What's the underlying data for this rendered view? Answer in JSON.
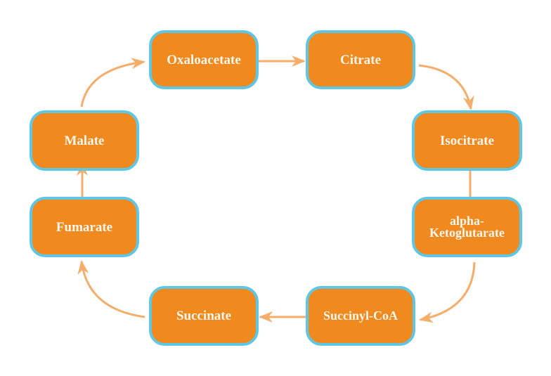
{
  "diagram": {
    "type": "cycle",
    "colors": {
      "node_fill": "#f0891e",
      "node_border": "#5fc7e3",
      "node_text": "#fff7ee",
      "arrow": "#f5ad6a"
    },
    "nodes": [
      {
        "id": "oxaloacetate",
        "label": "Oxaloacetate"
      },
      {
        "id": "citrate",
        "label": "Citrate"
      },
      {
        "id": "isocitrate",
        "label": "Isocitrate"
      },
      {
        "id": "akg",
        "label_line1": "alpha-",
        "label_line2": "Ketoglutarate"
      },
      {
        "id": "succinylcoa",
        "label": "Succinyl-CoA"
      },
      {
        "id": "succinate",
        "label": "Succinate"
      },
      {
        "id": "fumarate",
        "label": "Fumarate"
      },
      {
        "id": "malate",
        "label": "Malate"
      }
    ],
    "edges": [
      {
        "from": "oxaloacetate",
        "to": "citrate"
      },
      {
        "from": "citrate",
        "to": "isocitrate"
      },
      {
        "from": "isocitrate",
        "to": "akg"
      },
      {
        "from": "akg",
        "to": "succinylcoa"
      },
      {
        "from": "succinylcoa",
        "to": "succinate"
      },
      {
        "from": "succinate",
        "to": "fumarate"
      },
      {
        "from": "fumarate",
        "to": "malate"
      },
      {
        "from": "malate",
        "to": "oxaloacetate"
      }
    ]
  }
}
